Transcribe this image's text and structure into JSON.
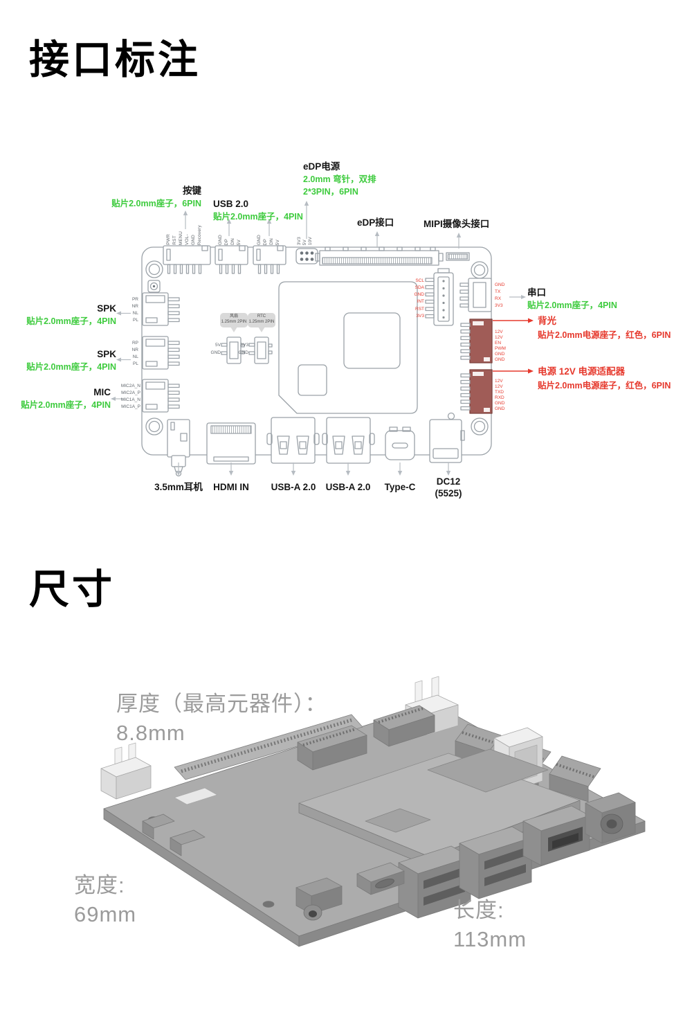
{
  "colors": {
    "green": "#3ecb3e",
    "red": "#e6392d",
    "maroon": "#a05c57",
    "outline": "#9aa1a7",
    "dim_text": "#9b9b9b"
  },
  "sections": {
    "interfaces": {
      "title": "接口标注",
      "callouts": {
        "buttons": {
          "title": "按键",
          "sub": "贴片2.0mm座子，6PIN"
        },
        "usb": {
          "title": "USB 2.0",
          "sub": "贴片2.0mm座子，4PIN"
        },
        "edp_power": {
          "title": "eDP电源",
          "sub1": "2.0mm 弯针，双排",
          "sub2": "2*3PIN，6PIN"
        },
        "edp": {
          "title": "eDP接口"
        },
        "mipi": {
          "title": "MIPI摄像头接口"
        },
        "serial": {
          "title": "串口",
          "sub": "贴片2.0mm座子，4PIN"
        },
        "backlight": {
          "title": "背光",
          "sub": "贴片2.0mm电源座子，红色，6PIN"
        },
        "power": {
          "title": "电源 12V 电源适配器",
          "sub": "贴片2.0mm电源座子，红色，6PIN"
        },
        "spk1": {
          "title": "SPK",
          "sub": "贴片2.0mm座子，4PIN"
        },
        "spk2": {
          "title": "SPK",
          "sub": "贴片2.0mm座子，4PIN"
        },
        "mic": {
          "title": "MIC",
          "sub": "贴片2.0mm座子，4PIN"
        },
        "fan": {
          "line1": "风扇",
          "line2": "1.25mm 2PIN"
        },
        "rtc": {
          "line1": "RTC",
          "line2": "1.25mm 2PIN"
        }
      },
      "pins": {
        "buttons": [
          "PWR",
          "RST",
          "MENU",
          "VOL-",
          "GND",
          "Recovery"
        ],
        "usb1": [
          "GND",
          "DP",
          "DN",
          "5V"
        ],
        "usb2": [
          "GND",
          "DP",
          "DN",
          "5V"
        ],
        "edp_power": [
          "3V3",
          "5V",
          "10V"
        ],
        "spk1": [
          "PR",
          "NR",
          "NL",
          "PL"
        ],
        "spk2": [
          "RP",
          "NR",
          "NL",
          "PL"
        ],
        "mic": [
          "MIC2A_N",
          "MIC2A_P",
          "MIC1A_N",
          "MIC1A_P"
        ],
        "touch": [
          "SCL",
          "SDA",
          "GND",
          "INT",
          "RST",
          "3V3"
        ],
        "serial": [
          "GND",
          "TX",
          "RX",
          "3V3"
        ],
        "backlight": [
          "12V",
          "12V",
          "EN",
          "PWM",
          "GND",
          "GND"
        ],
        "power": [
          "12V",
          "12V",
          "TXD",
          "RXD",
          "GND",
          "GND"
        ],
        "fan": [
          "5V",
          "GND"
        ],
        "rtc": [
          "3V3",
          "GND"
        ]
      },
      "bottom_ports": [
        "3.5mm耳机",
        "HDMI IN",
        "USB-A 2.0",
        "USB-A 2.0",
        "Type-C"
      ],
      "dc_port": {
        "line1": "DC12",
        "line2": "(5525)"
      }
    },
    "dimensions": {
      "title": "尺寸",
      "thickness": {
        "label": "厚度（最高元器件）：",
        "value": "8.8mm"
      },
      "width": {
        "label": "宽度:",
        "value": "69mm"
      },
      "length": {
        "label": "长度:",
        "value": "113mm"
      }
    }
  }
}
